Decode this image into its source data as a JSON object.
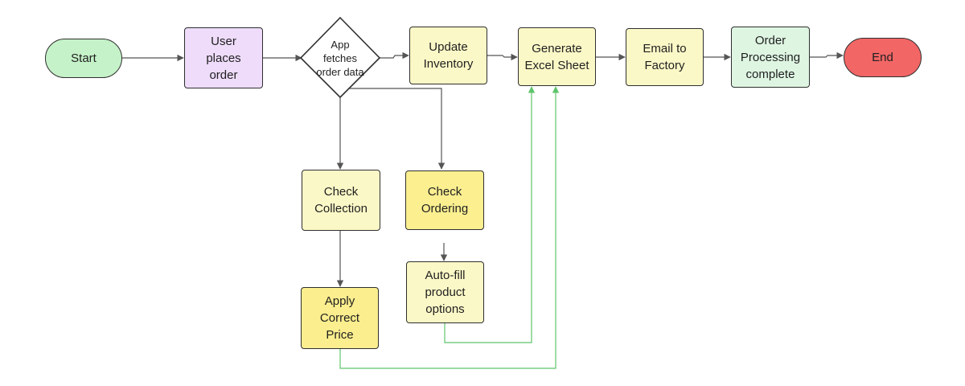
{
  "colors": {
    "start_fill": "#c5f2c8",
    "end_fill": "#f26666",
    "user_fill": "#eedcfa",
    "process_fill": "#fbf8c7",
    "check_ordering_fill": "#fbef90",
    "apply_price_fill": "#fbee8e",
    "complete_fill": "#def5e2",
    "diamond_fill": "#ffffff",
    "connector": "#555555",
    "green_connector": "#5fc46a"
  },
  "nodes": {
    "start": {
      "label": "Start"
    },
    "user_places_order": {
      "label": "User\nplaces\norder"
    },
    "app_fetches": {
      "label": "App\nfetches\norder data"
    },
    "update_inventory": {
      "label": "Update\nInventory"
    },
    "generate_excel": {
      "label": "Generate\nExcel Sheet"
    },
    "email_factory": {
      "label": "Email to\nFactory"
    },
    "order_complete": {
      "label": "Order\nProcessing\ncomplete"
    },
    "end": {
      "label": "End"
    },
    "check_collection": {
      "label": "Check\nCollection"
    },
    "check_ordering": {
      "label": "Check\nOrdering"
    },
    "apply_price": {
      "label": "Apply\nCorrect\nPrice"
    },
    "autofill": {
      "label": "Auto-fill\nproduct\noptions"
    }
  }
}
